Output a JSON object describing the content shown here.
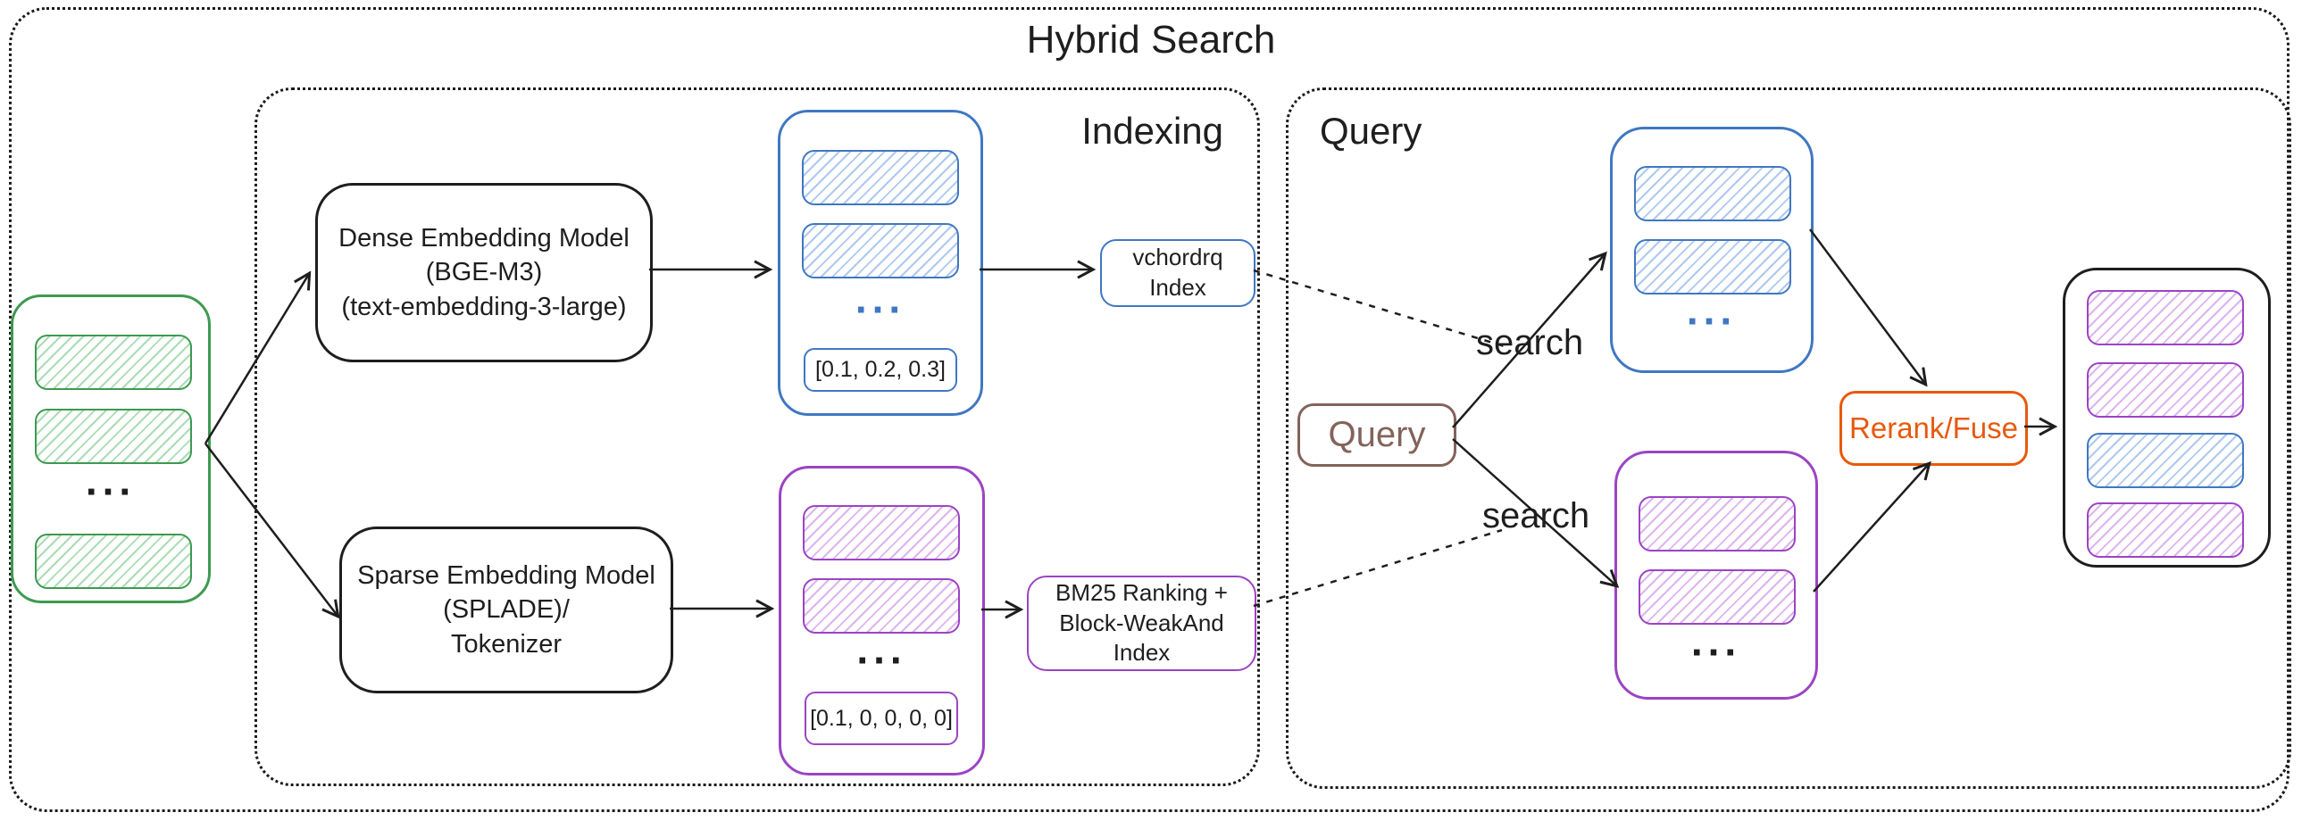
{
  "title": "Hybrid Search",
  "colors": {
    "ink": "#1e1e1e",
    "accent_green": "#3d9a50",
    "accent_blue": "#4077c2",
    "accent_purple": "#9b44c4",
    "accent_orange": "#e8590c",
    "accent_brown": "#82635a"
  },
  "source_docs": {
    "ellipsis": "..."
  },
  "indexing": {
    "label": "Indexing",
    "dense_model": {
      "line1": "Dense Embedding Model",
      "line2": "(BGE-M3)",
      "line3": "(text-embedding-3-large)"
    },
    "sparse_model": {
      "line1": "Sparse Embedding Model",
      "line2": "(SPLADE)/",
      "line3": "Tokenizer"
    },
    "dense_vectors": {
      "ellipsis": "...",
      "sample": "[0.1, 0.2, 0.3]"
    },
    "sparse_vectors": {
      "ellipsis": "...",
      "sample": "[0.1, 0, 0, 0, 0]"
    },
    "dense_index": {
      "line1": "vchordrq",
      "line2": "Index"
    },
    "sparse_index": {
      "line1": "BM25 Ranking +",
      "line2": "Block-WeakAnd Index"
    }
  },
  "query": {
    "label": "Query",
    "query_box": "Query",
    "search_dense": "search",
    "search_sparse": "search",
    "dense_results": {
      "ellipsis": "..."
    },
    "sparse_results": {
      "ellipsis": "..."
    },
    "rerank": "Rerank/Fuse"
  }
}
